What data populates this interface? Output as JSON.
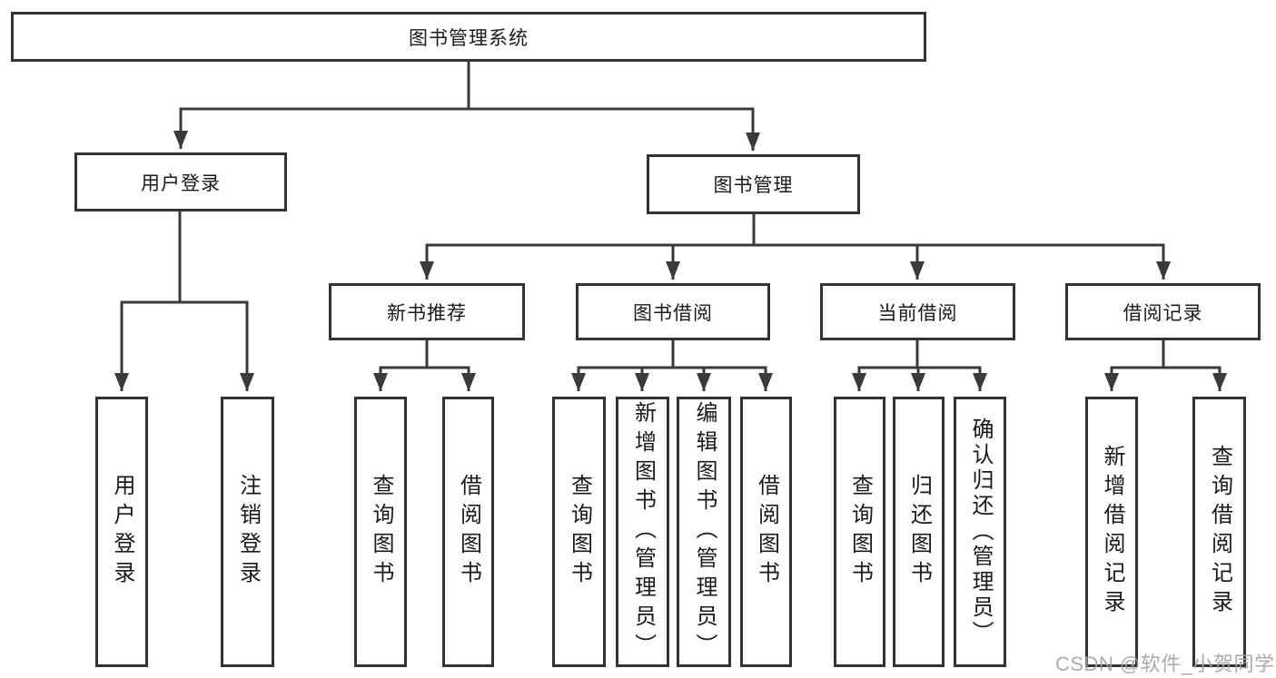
{
  "diagram": {
    "title": "图书管理系统",
    "root": {
      "label": "图书管理系统"
    },
    "level2": [
      {
        "label": "用户登录"
      },
      {
        "label": "图书管理"
      }
    ],
    "level3": [
      {
        "label": "新书推荐",
        "parent": "图书管理"
      },
      {
        "label": "图书借阅",
        "parent": "图书管理"
      },
      {
        "label": "当前借阅",
        "parent": "图书管理"
      },
      {
        "label": "借阅记录",
        "parent": "图书管理"
      }
    ],
    "leaves": [
      {
        "label": "用户登录",
        "parent": "用户登录"
      },
      {
        "label": "注销登录",
        "parent": "用户登录"
      },
      {
        "label": "查询图书",
        "parent": "新书推荐"
      },
      {
        "label": "借阅图书",
        "parent": "新书推荐"
      },
      {
        "label": "查询图书",
        "parent": "图书借阅"
      },
      {
        "label": "新增图书（管理员）",
        "parent": "图书借阅"
      },
      {
        "label": "编辑图书（管理员）",
        "parent": "图书借阅"
      },
      {
        "label": "借阅图书",
        "parent": "图书借阅"
      },
      {
        "label": "查询图书",
        "parent": "当前借阅"
      },
      {
        "label": "归还图书",
        "parent": "当前借阅"
      },
      {
        "label": "确认归还（管理员）",
        "parent": "当前借阅"
      },
      {
        "label": "新增借阅记录",
        "parent": "借阅记录"
      },
      {
        "label": "查询借阅记录",
        "parent": "借阅记录"
      }
    ]
  },
  "watermark": {
    "text": "CSDN @软件_小贺同学"
  },
  "colors": {
    "line": "#3a3a3a",
    "box_border": "#333333",
    "text": "#1a1a1a",
    "watermark": "#a2a2a2",
    "background": "#ffffff"
  }
}
